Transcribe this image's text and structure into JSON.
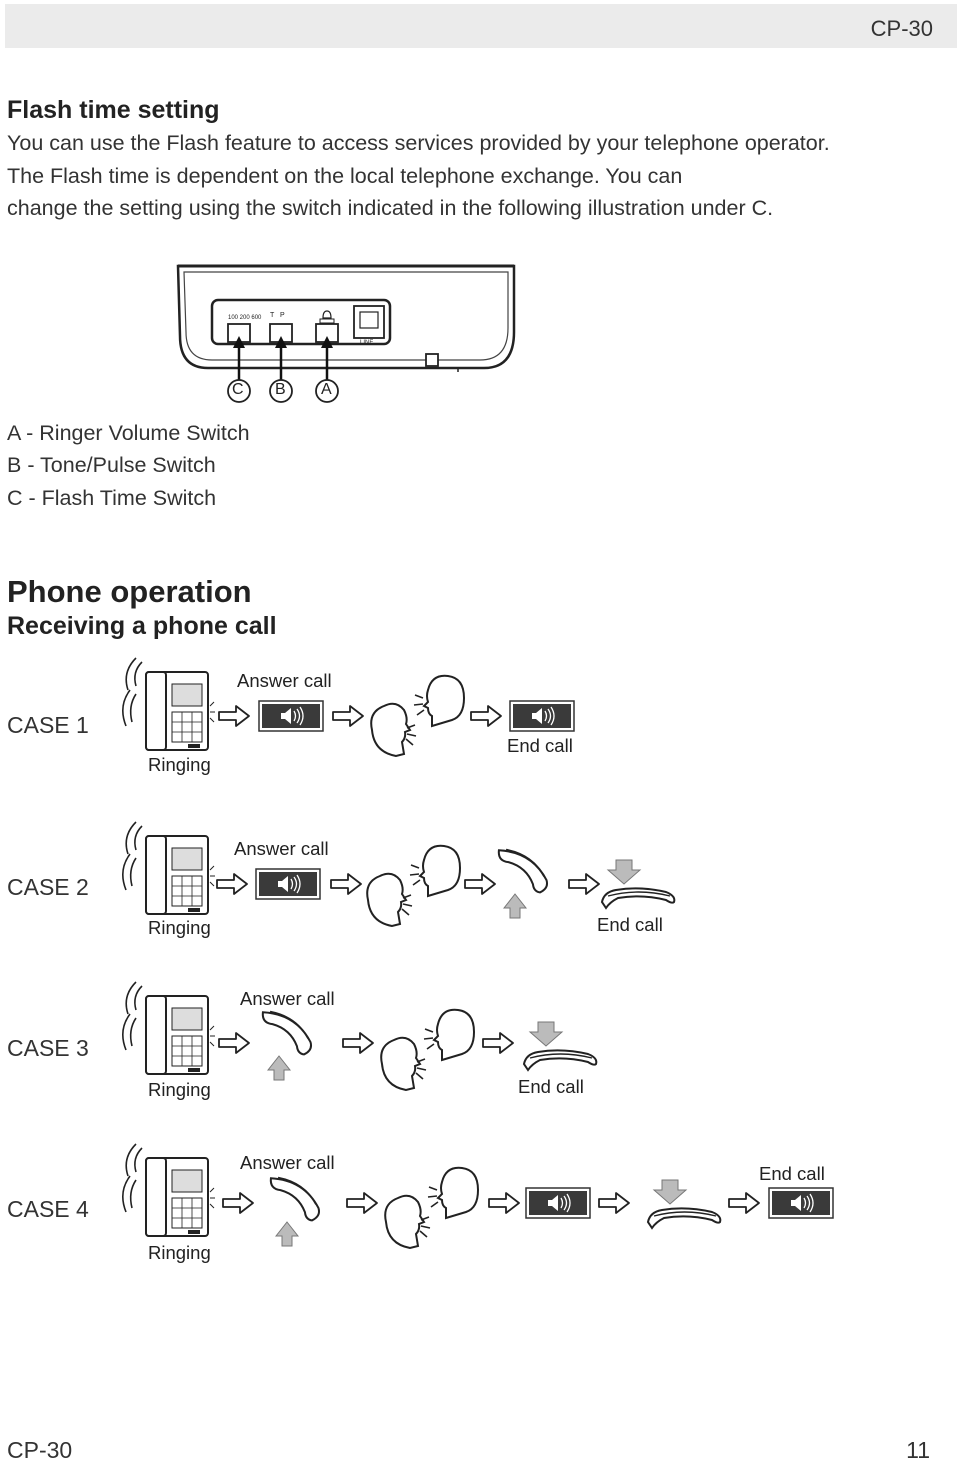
{
  "header": {
    "model": "CP-30"
  },
  "flash": {
    "title": "Flash time setting",
    "lines": [
      "You can use the Flash feature to access services provided by your telephone operator.",
      "The Flash time is dependent on the local telephone exchange. You can",
      "change the setting using the switch indicated in the following illustration under C."
    ]
  },
  "device": {
    "markers": [
      "C",
      "B",
      "A"
    ],
    "switch_c_values": "100 200 600",
    "switch_b_values": "T   P"
  },
  "legend": [
    "A - Ringer Volume Switch",
    "B - Tone/Pulse Switch",
    "C - Flash Time Switch"
  ],
  "operation": {
    "title": "Phone operation",
    "subtitle": "Receiving a phone call"
  },
  "cases": [
    {
      "label": "CASE 1",
      "answer": "Answer call",
      "ringing": "Ringing",
      "end": "End call"
    },
    {
      "label": "CASE 2",
      "answer": "Answer call",
      "ringing": "Ringing",
      "end": "End call"
    },
    {
      "label": "CASE 3",
      "answer": "Answer call",
      "ringing": "Ringing",
      "end": "End call"
    },
    {
      "label": "CASE 4",
      "answer": "Answer call",
      "ringing": "Ringing",
      "end": "End call"
    }
  ],
  "footer": {
    "model": "CP-30",
    "page": "11"
  }
}
